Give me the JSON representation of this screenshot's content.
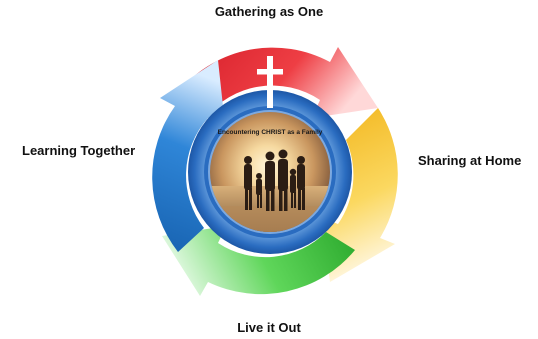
{
  "diagram": {
    "stages": {
      "top": "Gathering as One",
      "right": "Sharing at Home",
      "bottom": "Live it Out",
      "left": "Learning Together"
    },
    "center_caption": "Encountering CHRIST as a Family",
    "colors": {
      "red_segment": "#e8323a",
      "yellow_segment": "#f6c62c",
      "green_segment": "#42c742",
      "blue_segment": "#1f74c4",
      "inner_ring": "#2a6cc0",
      "cross": "#ffffff"
    },
    "icons": {
      "cross": "cross-icon",
      "family_photo": "family-silhouette-image"
    }
  }
}
